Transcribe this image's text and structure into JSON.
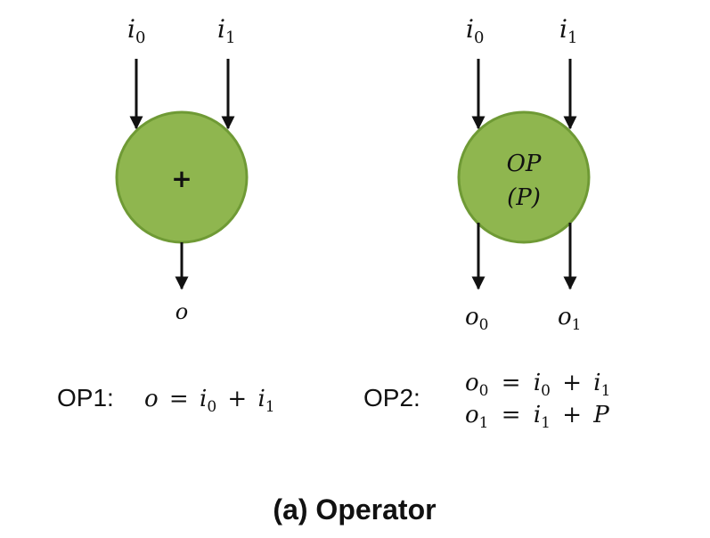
{
  "op1": {
    "inputs": [
      {
        "base": "i",
        "sub": "0"
      },
      {
        "base": "i",
        "sub": "1"
      }
    ],
    "symbol": "+",
    "output": {
      "base": "o",
      "sub": ""
    },
    "name": "OP1:",
    "eq": {
      "lhs": "o",
      "eq": "=",
      "t1": "i",
      "s1": "0",
      "op": "+",
      "t2": "i",
      "s2": "1"
    }
  },
  "op2": {
    "inputs": [
      {
        "base": "i",
        "sub": "0"
      },
      {
        "base": "i",
        "sub": "1"
      }
    ],
    "symbol_line1": "OP",
    "symbol_line2": "(P)",
    "outputs": [
      {
        "base": "o",
        "sub": "0"
      },
      {
        "base": "o",
        "sub": "1"
      }
    ],
    "name": "OP2:",
    "eq1": {
      "lhs": "o",
      "lsub": "0",
      "eq": "=",
      "t1": "i",
      "s1": "0",
      "op": "+",
      "t2": "i",
      "s2": "1"
    },
    "eq2": {
      "lhs": "o",
      "lsub": "1",
      "eq": "=",
      "t1": "i",
      "s1": "1",
      "op": "+",
      "t2": "P"
    }
  },
  "caption": "(a) Operator",
  "colors": {
    "node_fill": "#8fb64f",
    "node_stroke": "#6f9a35",
    "wire": "#111111"
  }
}
